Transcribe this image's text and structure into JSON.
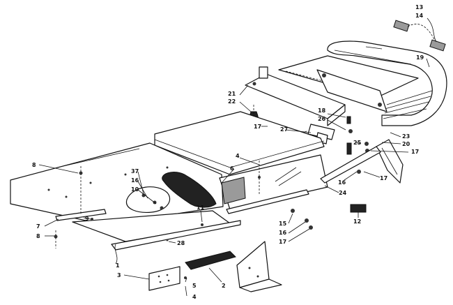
{
  "diagram": {
    "callouts": [
      {
        "id": "c13",
        "text": "13"
      },
      {
        "id": "c14",
        "text": "14"
      },
      {
        "id": "c19",
        "text": "19"
      },
      {
        "id": "c21",
        "text": "21"
      },
      {
        "id": "c22",
        "text": "22"
      },
      {
        "id": "c18",
        "text": "18"
      },
      {
        "id": "c26",
        "text": "26"
      },
      {
        "id": "c17a",
        "text": "17"
      },
      {
        "id": "c27",
        "text": "27"
      },
      {
        "id": "c23",
        "text": "23"
      },
      {
        "id": "c20",
        "text": "20"
      },
      {
        "id": "c25",
        "text": "25"
      },
      {
        "id": "c17b",
        "text": "17"
      },
      {
        "id": "c8a",
        "text": "8"
      },
      {
        "id": "c4a",
        "text": "4"
      },
      {
        "id": "c6",
        "text": "6"
      },
      {
        "id": "c16a",
        "text": "16"
      },
      {
        "id": "c17c",
        "text": "17"
      },
      {
        "id": "c24",
        "text": "24"
      },
      {
        "id": "c37",
        "text": "37"
      },
      {
        "id": "c16b",
        "text": "16"
      },
      {
        "id": "c10",
        "text": "10"
      },
      {
        "id": "c11",
        "text": "11"
      },
      {
        "id": "c9",
        "text": "9"
      },
      {
        "id": "c7",
        "text": "7"
      },
      {
        "id": "c8b",
        "text": "8"
      },
      {
        "id": "c15",
        "text": "15"
      },
      {
        "id": "c16c",
        "text": "16"
      },
      {
        "id": "c12",
        "text": "12"
      },
      {
        "id": "c17d",
        "text": "17"
      },
      {
        "id": "c28",
        "text": "28"
      },
      {
        "id": "c1",
        "text": "1"
      },
      {
        "id": "c3",
        "text": "3"
      },
      {
        "id": "c5",
        "text": "5"
      },
      {
        "id": "c4b",
        "text": "4"
      },
      {
        "id": "c2",
        "text": "2"
      }
    ]
  }
}
